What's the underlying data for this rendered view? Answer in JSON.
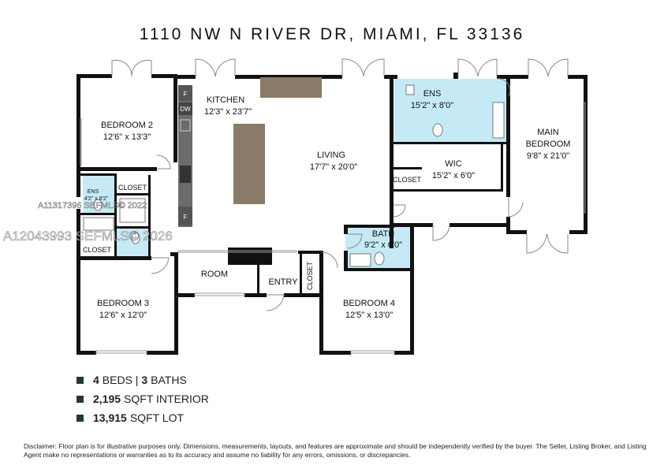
{
  "title": "1110 NW N RIVER DR, MIAMI, FL 33136",
  "watermarks": {
    "line1": "A11317396  SEFMLS© 2022",
    "line2": "A12043993  SEFMLS© 2026"
  },
  "rooms": {
    "kitchen": {
      "name": "KITCHEN",
      "dims": "12'3\" x 23'7\""
    },
    "living": {
      "name": "LIVING",
      "dims": "17'7\" x 20'0\""
    },
    "ens": {
      "name": "ENS",
      "dims": "15'2\" x 8'0\""
    },
    "main_bedroom": {
      "name1": "MAIN",
      "name2": "BEDROOM",
      "dims": "9'8\" x 21'0\""
    },
    "wic": {
      "name": "WIC",
      "dims": "15'2\" x 6'0\""
    },
    "bedroom2": {
      "name": "BEDROOM 2",
      "dims": "12'6\" x 13'3\""
    },
    "bedroom3": {
      "name": "BEDROOM 3",
      "dims": "12'6\" x 12'0\""
    },
    "bedroom4": {
      "name": "BEDROOM 4",
      "dims": "12'5\" x 13'0\""
    },
    "bath": {
      "name": "BATH",
      "dims": "9'2\" x 6'0\""
    },
    "ens_small": {
      "name": "ENS",
      "dims": "4'2\" x 8'2\""
    },
    "room": {
      "name": "ROOM"
    },
    "entry": {
      "name": "ENTRY"
    },
    "closet_a": {
      "name": "CLOSET"
    },
    "closet_b": {
      "name": "CLOSET"
    },
    "closet_c": {
      "name": "CLOSET"
    },
    "closet_d": {
      "name": "CLOSET"
    }
  },
  "appliances": {
    "fridge_top": "F",
    "dishwasher": "DW",
    "fridge_bottom": "F"
  },
  "stats": [
    {
      "value": "4",
      "label": "BEDS | ",
      "value2": "3",
      "label2": "BATHS"
    },
    {
      "value": "2,195",
      "label": "SQFT INTERIOR"
    },
    {
      "value": "13,915",
      "label": "SQFT LOT"
    }
  ],
  "disclaimer": "Disclaimer: Floor plan is for illustrative purposes only. Dimensions, measurements, layouts, and features are approximate and should be independently verified by the buyer. The Seller, Listing Broker, and Listing Agent make no representations or warranties as to its accuracy and assume no liability for any errors, omissions, or discrepancies.",
  "colors": {
    "wall": "#111111",
    "bath_fill": "#c6eaf5",
    "counter": "#6b6b6b",
    "island": "#8a7a68",
    "bullet": "#1f3b2c"
  }
}
